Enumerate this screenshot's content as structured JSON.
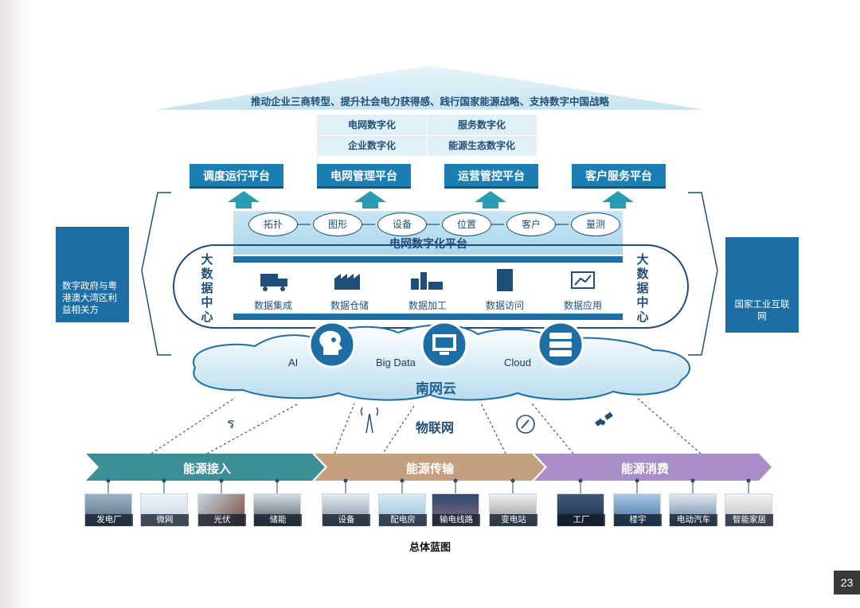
{
  "top_banner": "推动企业三商转型、提升社会电力获得感、践行国家能源战略、支持数字中国战略",
  "digitalization": [
    "电网数字化",
    "服务数字化",
    "企业数字化",
    "能源生态数字化"
  ],
  "platforms": [
    "调度运行平台",
    "电网管理平台",
    "运营管控平台",
    "客户服务平台"
  ],
  "capabilities": [
    "拓扑",
    "图形",
    "设备",
    "位置",
    "客户",
    "量测"
  ],
  "grid_platform": "电网数字化平台",
  "big_data_center": "大数据中心",
  "data_services": [
    "数据集成",
    "数据仓储",
    "数据加工",
    "数据访问",
    "数据应用"
  ],
  "left_panel": "数字政府与粤港澳大湾区利益相关方",
  "right_panel": "国家工业互联网",
  "cloud": {
    "items": [
      "AI",
      "Big Data",
      "Cloud"
    ],
    "title": "南网云"
  },
  "iot": "物联网",
  "segments": [
    {
      "label": "能源接入",
      "color": "#3d8f96",
      "items": [
        "发电厂",
        "微网",
        "光伏",
        "储能"
      ]
    },
    {
      "label": "能源传输",
      "color": "#c5a07f",
      "items": [
        "设备",
        "配电房",
        "输电线路",
        "变电站"
      ]
    },
    {
      "label": "能源消费",
      "color": "#a98ec7",
      "items": [
        "工厂",
        "楼宇",
        "电动汽车",
        "智能家居"
      ]
    }
  ],
  "caption": "总体蓝图",
  "page_number": "23"
}
